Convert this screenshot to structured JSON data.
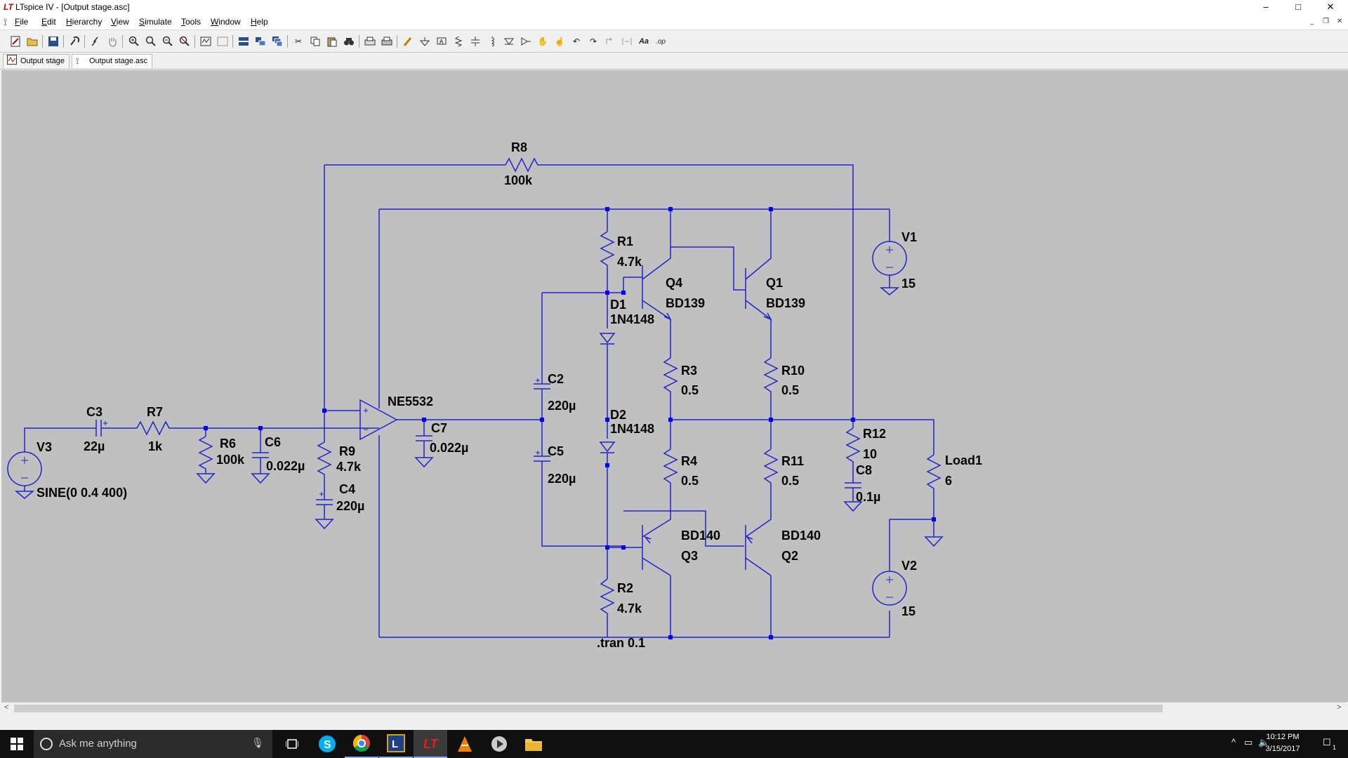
{
  "window": {
    "title": "LTspice IV - [Output stage.asc]",
    "app_icon_text": "LT",
    "controls": {
      "minimize": "–",
      "maximize": "□",
      "close": "✕"
    }
  },
  "menu": {
    "items": [
      "File",
      "Edit",
      "Hierarchy",
      "View",
      "Simulate",
      "Tools",
      "Window",
      "Help"
    ],
    "underlines": [
      "F",
      "E",
      "H",
      "V",
      "S",
      "T",
      "W",
      "H"
    ]
  },
  "toolbar": {
    "buttons": [
      "new-schematic",
      "open",
      "save",
      "control-panel",
      "run",
      "halt",
      "zoom-in",
      "pan",
      "zoom-out",
      "zoom-fit",
      "zoom-back",
      "autoscale",
      "tile-vertical",
      "tile-horizontal",
      "cascade",
      "cut",
      "copy",
      "paste",
      "find",
      "print-preview",
      "print",
      "draw-wire",
      "ground",
      "label-net",
      "resistor",
      "capacitor",
      "inductor",
      "diode",
      "component",
      "rotate",
      "mirror",
      "drag",
      "move",
      "undo",
      "redo",
      "text",
      "spice-directive"
    ]
  },
  "tabs": [
    {
      "label": "Output stage",
      "icon": "waveform-icon"
    },
    {
      "label": "Output stage.asc",
      "icon": "schematic-icon"
    }
  ],
  "schematic": {
    "colors": {
      "background": "#c0c0c0",
      "wire": "#2222cc",
      "junction": "#0000ff",
      "text": "#000000"
    },
    "labels": {
      "R8_name": "R8",
      "R8_value": "100k",
      "R1_name": "R1",
      "R1_value": "4.7k",
      "Q4_name": "Q4",
      "Q4_model": "BD139",
      "Q1_name": "Q1",
      "Q1_model": "BD139",
      "V1_name": "V1",
      "V1_value": "15",
      "D1_name": "D1",
      "D1_model": "1N4148",
      "C2_name": "C2",
      "C2_value": "220µ",
      "R3_name": "R3",
      "R3_value": "0.5",
      "R10_name": "R10",
      "R10_value": "0.5",
      "opamp_model": "NE5532",
      "C3_name": "C3",
      "C3_value": "22µ",
      "R7_name": "R7",
      "R7_value": "1k",
      "C7_name": "C7",
      "C7_value": "0.022µ",
      "D2_name": "D2",
      "D2_model": "1N4148",
      "R12_name": "R12",
      "R12_value": "10",
      "V3_name": "V3",
      "V3_value": "SINE(0 0.4 400)",
      "R6_name": "R6",
      "R6_value": "100k",
      "C6_name": "C6",
      "C6_value": "0.022µ",
      "R9_name": "R9",
      "R9_value": "4.7k",
      "C5_name": "C5",
      "C5_value": "220µ",
      "R4_name": "R4",
      "R4_value": "0.5",
      "R11_name": "R11",
      "R11_value": "0.5",
      "C8_name": "C8",
      "C8_value": "0.1µ",
      "Load1_name": "Load1",
      "Load1_value": "6",
      "C4_name": "C4",
      "C4_value": "220µ",
      "Q3_name": "Q3",
      "Q3_model": "BD140",
      "Q2_name": "Q2",
      "Q2_model": "BD140",
      "V2_name": "V2",
      "V2_value": "15",
      "R2_name": "R2",
      "R2_value": "4.7k",
      "directive": ".tran 0.1"
    }
  },
  "taskbar": {
    "search_placeholder": "Ask me anything",
    "apps": [
      "task-view",
      "skype",
      "chrome",
      "lt-app",
      "ltspice",
      "vlc",
      "media-player",
      "file-explorer"
    ],
    "clock_time": "10:12 PM",
    "clock_date": "3/15/2017",
    "notification_count": "1"
  }
}
